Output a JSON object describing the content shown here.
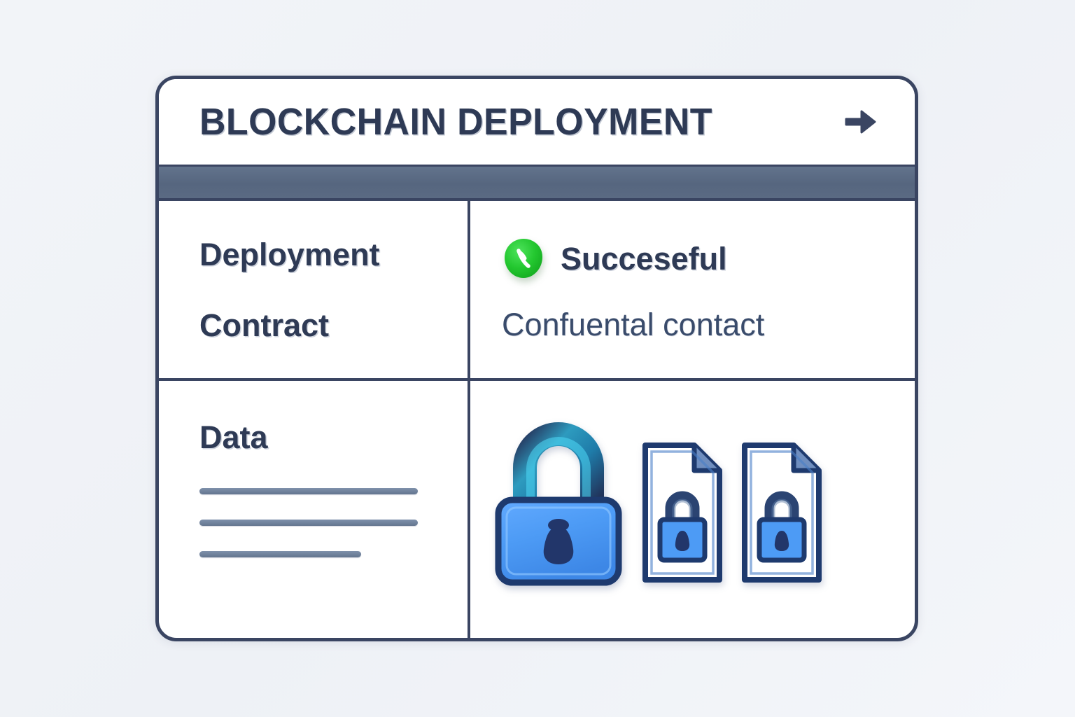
{
  "page": {
    "background_color": "#f0f2f7"
  },
  "card": {
    "border_color": "#3a4562",
    "background_color": "#ffffff",
    "header": {
      "title": "BLOCKCHAIN DEPLOYMENT",
      "title_color": "#2e3a55",
      "forward_icon": "arrow-right-icon"
    },
    "accent_bar": {
      "color": "#5a6b82"
    },
    "rows": [
      {
        "name": "info-row",
        "items": [
          {
            "label": "Deployment",
            "value": "Succeseful",
            "status_icon": "green-check-badge-icon",
            "status_color": "#22c32e"
          },
          {
            "label": "Contract",
            "value": "Confuental contact"
          }
        ]
      },
      {
        "name": "data-row",
        "label": "Data",
        "placeholder_lines": [
          {
            "width_pct": 100
          },
          {
            "width_pct": 100
          },
          {
            "width_pct": 74
          }
        ],
        "line_color": "#6d7f99",
        "icons": [
          {
            "name": "padlock-large-icon",
            "body_color": "#4d9bf5",
            "outline_color": "#1e3a6e",
            "shackle_color": "#3cc6ea"
          },
          {
            "name": "document-lock-icon-1",
            "body_color": "#ffffff",
            "outline_color": "#1e3a6e",
            "lock_color": "#4d9bf5"
          },
          {
            "name": "document-lock-icon-2",
            "body_color": "#ffffff",
            "outline_color": "#1e3a6e",
            "lock_color": "#4d9bf5"
          }
        ]
      }
    ]
  }
}
